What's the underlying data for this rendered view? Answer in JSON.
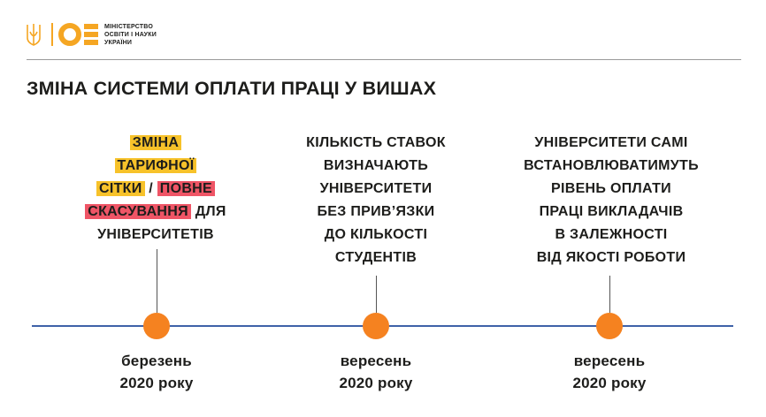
{
  "header": {
    "ministry_lines": [
      "Міністерство",
      "освіти і науки",
      "України"
    ],
    "colors": {
      "accent": "#f5a623",
      "timeline": "#3f62a8",
      "marker": "#f58220",
      "highlight_yellow": "#f7c22a",
      "highlight_red": "#ef5566"
    }
  },
  "title": "ЗМІНА СИСТЕМИ ОПЛАТИ ПРАЦІ У ВИШАХ",
  "events": [
    {
      "text_parts": [
        "Зміна",
        "тарифної",
        "сітки",
        "/",
        "повне",
        "скасування",
        "для",
        "університетів"
      ],
      "date_lines": [
        "березень",
        "2020 року"
      ]
    },
    {
      "text_lines": [
        "Кількість ставок",
        "визначають",
        "університети",
        "без прив’язки",
        "до кількості",
        "студентів"
      ],
      "date_lines": [
        "вересень",
        "2020 року"
      ]
    },
    {
      "text_lines": [
        "Університети самі",
        "встановлюватимуть",
        "рівень оплати",
        "праці викладачів",
        "в залежності",
        "від якості роботи"
      ],
      "date_lines": [
        "вересень",
        "2020 року"
      ]
    }
  ]
}
